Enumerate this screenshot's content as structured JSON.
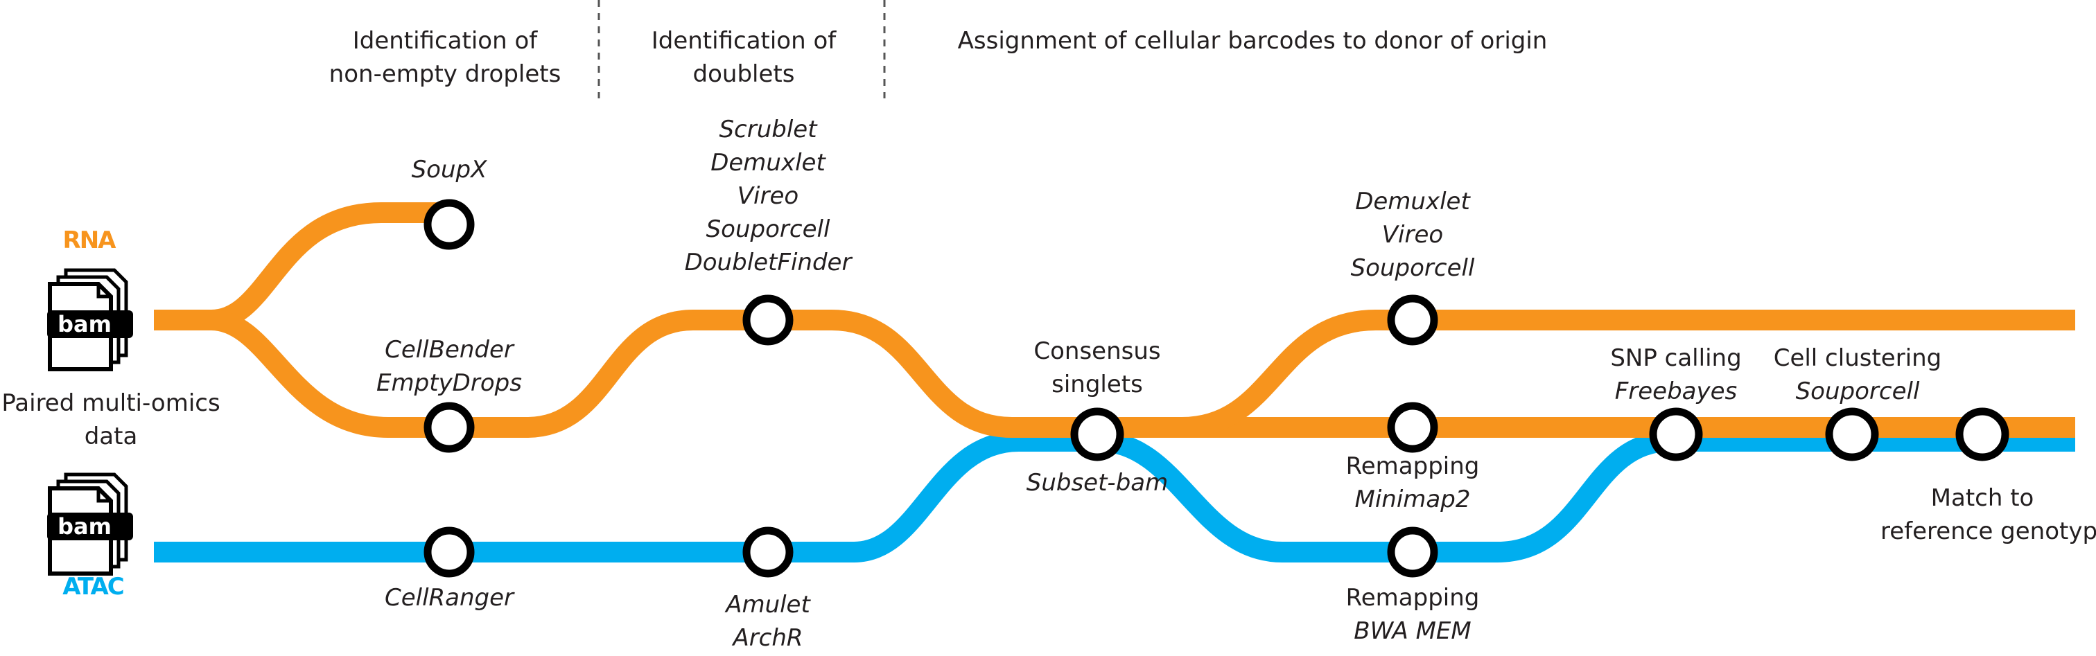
{
  "colors": {
    "rna": "#f7941d",
    "atac": "#00aeef",
    "node_stroke": "#000000",
    "text": "#231f20"
  },
  "headers": {
    "non_empty_line1": "Identification of",
    "non_empty_line2": "non-empty droplets",
    "doublets_line1": "Identification of",
    "doublets_line2": "doublets",
    "assignment": "Assignment of cellular barcodes to donor of origin"
  },
  "inputs": {
    "rna_label": "RNA",
    "atac_label": "ATAC",
    "bam_label": "bam",
    "paired_line1": "Paired multi-omics",
    "paired_line2": "data"
  },
  "tools": {
    "soupx": "SoupX",
    "cellbender": "CellBender",
    "emptydrops": "EmptyDrops",
    "scrublet": "Scrublet",
    "demuxlet_d": "Demuxlet",
    "vireo_d": "Vireo",
    "souporcell_d": "Souporcell",
    "doubletfinder": "DoubletFinder",
    "cellranger": "CellRanger",
    "amulet": "Amulet",
    "archr": "ArchR",
    "consensus_line1": "Consensus",
    "consensus_line2": "singlets",
    "subset_bam": "Subset-bam",
    "demuxlet_a": "Demuxlet",
    "vireo_a": "Vireo",
    "souporcell_a": "Souporcell",
    "remap1_line1": "Remapping",
    "remap1_line2": "Minimap2",
    "remap2_line1": "Remapping",
    "remap2_line2": "BWA MEM",
    "snp_line1": "SNP calling",
    "snp_line2": "Freebayes",
    "clust_line1": "Cell clustering",
    "clust_line2": "Souporcell",
    "match_line1": "Match to",
    "match_line2": "reference genotype"
  }
}
